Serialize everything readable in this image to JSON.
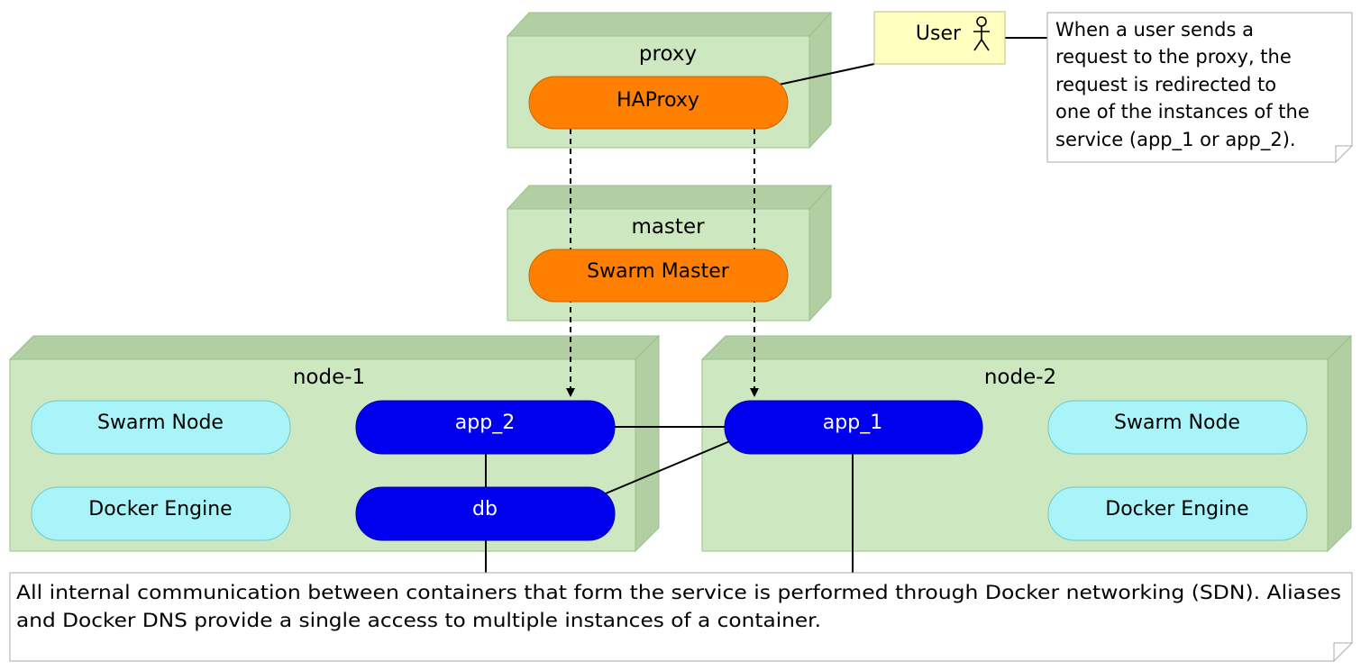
{
  "nodes": {
    "proxy": {
      "label": "proxy"
    },
    "master": {
      "label": "master"
    },
    "node1": {
      "label": "node-1"
    },
    "node2": {
      "label": "node-2"
    }
  },
  "components": {
    "haproxy": "HAProxy",
    "swarm_master": "Swarm Master",
    "node1_swarm_node": "Swarm Node",
    "node1_docker_engine": "Docker Engine",
    "app2": "app_2",
    "db": "db",
    "app1": "app_1",
    "node2_swarm_node": "Swarm Node",
    "node2_docker_engine": "Docker Engine"
  },
  "actor": {
    "label": "User"
  },
  "notes": {
    "user_note": {
      "lines": [
        "When a user sends a",
        "request to the proxy, the",
        "request is redirected to",
        "one of the instances of the",
        "service (app_1 or app_2)."
      ]
    },
    "bottom_note": {
      "lines": [
        "All internal communication between containers that form the service is performed through Docker networking (SDN). Aliases",
        "and Docker DNS provide a single access to multiple instances of a container."
      ]
    }
  },
  "colors": {
    "node_front": "#cde8c0",
    "node_side": "#b2cfa4",
    "node_stroke": "#9bbf8a",
    "orange": "#ff8000",
    "blue": "#0000ee",
    "cyan": "#a8f4f8",
    "actor_bg": "#ffffc0"
  }
}
